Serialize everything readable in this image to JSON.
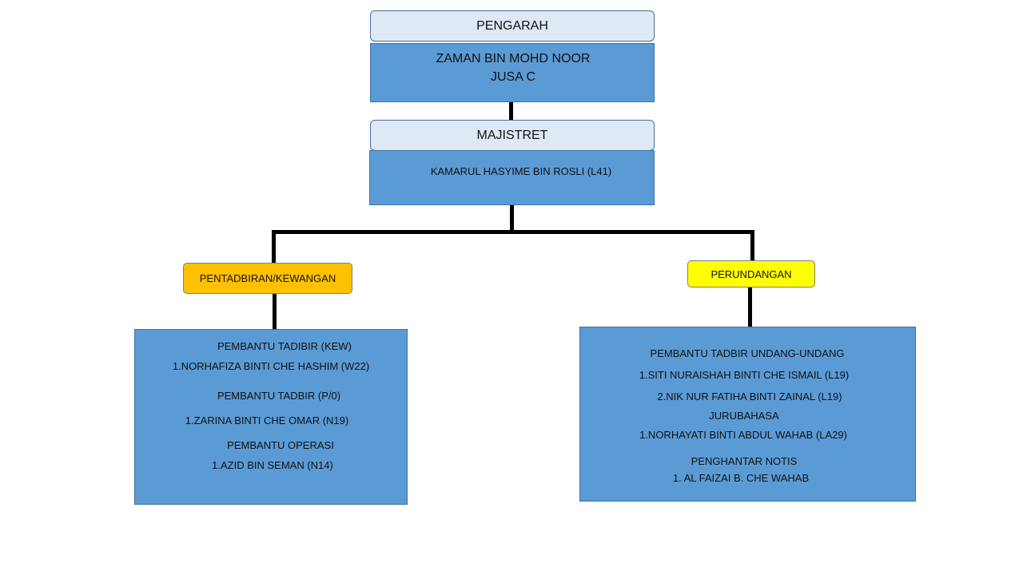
{
  "director": {
    "title": "PENGARAH",
    "name": "ZAMAN BIN MOHD NOOR",
    "grade": "JUSA C"
  },
  "magistrate": {
    "title": "MAJISTRET",
    "name": "KAMARUL HASYIME BIN ROSLI (L41)"
  },
  "admin": {
    "label": "PENTADBIRAN/KEWANGAN",
    "color": "#ffc000",
    "lines": [
      "PEMBANTU TADIBIR (KEW)",
      "1.NORHAFIZA BINTI CHE HASHIM (W22)",
      "PEMBANTU TADBIR (P/0)",
      "1.ZARINA BINTI CHE OMAR (N19)",
      "PEMBANTU OPERASI",
      "1.AZID BIN SEMAN (N14)"
    ]
  },
  "legal": {
    "label": "PERUNDANGAN",
    "color": "#ffff00",
    "lines": [
      "PEMBANTU TADBIR UNDANG-UNDANG",
      "1.SITI NURAISHAH BINTI CHE ISMAIL (L19)",
      "2.NIK NUR FATIHA BINTI ZAINAL (L19)",
      "JURUBAHASA",
      "1.NORHAYATI BINTI ABDUL WAHAB (LA29)",
      "PENGHANTAR NOTIS",
      "1. AL FAIZAI B. CHE WAHAB"
    ]
  },
  "colors": {
    "header_fill": "#dfe9f6",
    "box_fill": "#5b9bd5",
    "box_border": "#41719c",
    "connector": "#000000"
  }
}
